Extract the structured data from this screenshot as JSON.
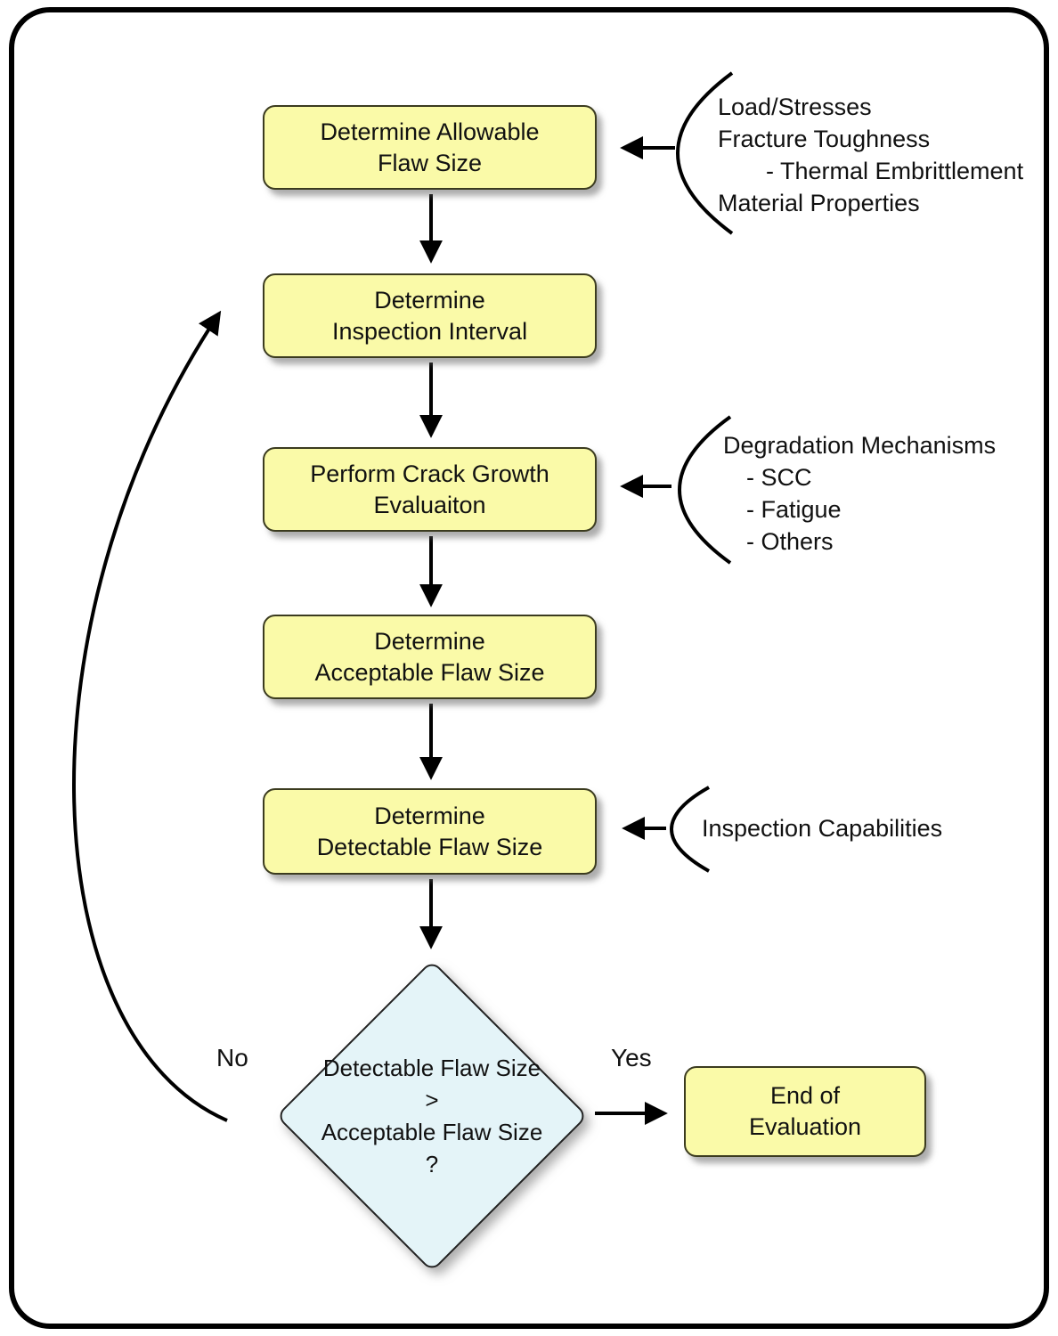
{
  "boxes": [
    {
      "label": "Determine Allowable\nFlaw Size"
    },
    {
      "label": "Determine\nInspection Interval"
    },
    {
      "label": "Perform Crack Growth\nEvaluaiton"
    },
    {
      "label": "Determine\nAcceptable Flaw Size"
    },
    {
      "label": "Determine\nDetectable Flaw Size"
    },
    {
      "label": "End of\nEvaluation"
    }
  ],
  "decision": {
    "label": "Detectable Flaw Size\n>\nAcceptable Flaw Size\n?",
    "no": "No",
    "yes": "Yes"
  },
  "annotations": [
    {
      "lines": [
        "Load/Stresses",
        "Fracture Toughness",
        "- Thermal Embrittlement",
        "Material Properties"
      ]
    },
    {
      "lines": [
        "Degradation Mechanisms",
        "- SCC",
        "- Fatigue",
        "- Others"
      ]
    },
    {
      "lines": [
        "Inspection Capabilities"
      ]
    }
  ],
  "colors": {
    "box_fill": "#fafaa8",
    "diamond_fill": "#e4f4f8",
    "line": "#000000"
  }
}
